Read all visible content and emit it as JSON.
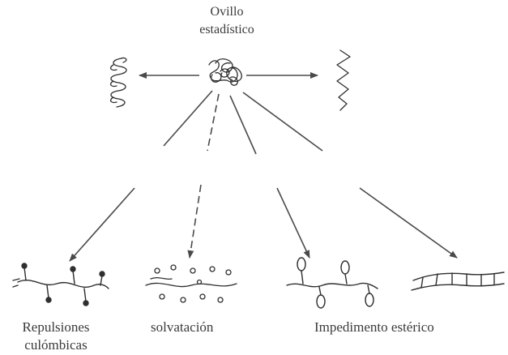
{
  "diagram": {
    "title_line1": "Ovillo",
    "title_line2": "estadístico",
    "labels": {
      "repulsion_line1": "Repulsiones",
      "repulsion_line2": "culómbicas",
      "solvation": "solvatación",
      "steric": "Impedimento estérico"
    },
    "colors": {
      "ink": "#2f2f2f",
      "arrow": "#4a4a4a",
      "text": "#3a3a3a"
    }
  }
}
